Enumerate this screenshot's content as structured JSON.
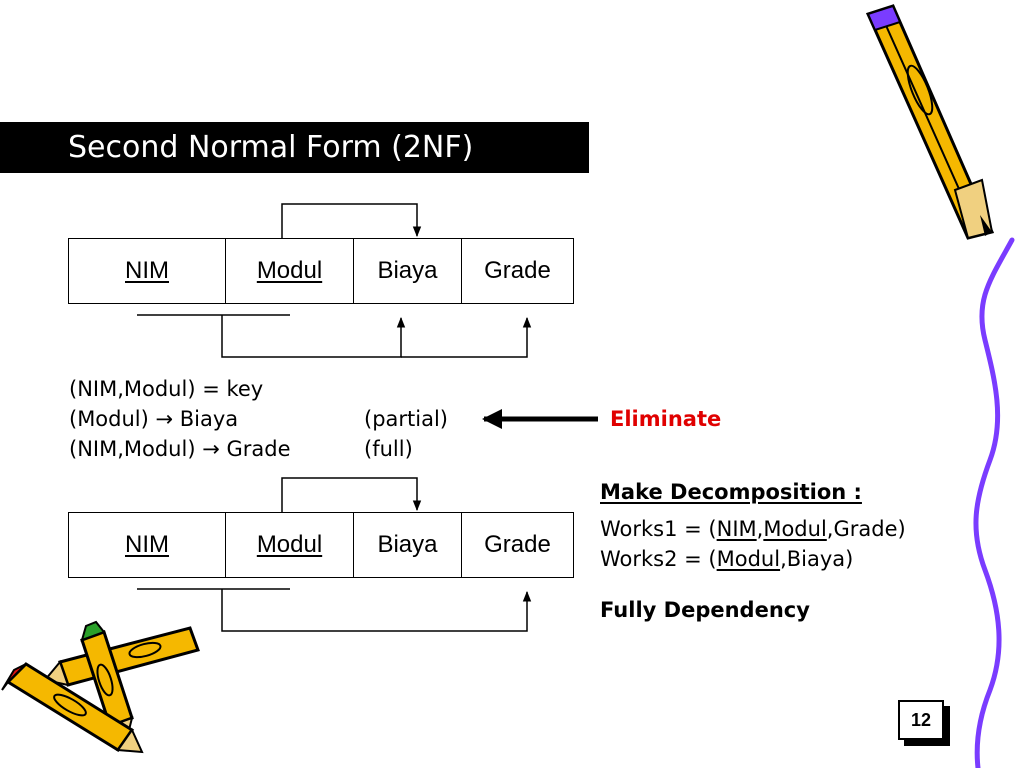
{
  "slide": {
    "title": "Second Normal Form (2NF)",
    "page_number": "12"
  },
  "diagram1": {
    "cells": [
      "NIM",
      "Modul",
      "Biaya",
      "Grade"
    ]
  },
  "diagram2": {
    "cells": [
      "NIM",
      "Modul",
      "Biaya",
      "Grade"
    ]
  },
  "dependencies": {
    "line1": "(NIM,Modul) = key",
    "line2_left": "(Modul) → Biaya",
    "line2_right": "(partial)",
    "line3_left": "(NIM,Modul) → Grade",
    "line3_right": "(full)"
  },
  "eliminate_label": "Eliminate",
  "decomposition": {
    "heading": "Make Decomposition :",
    "works1_prefix": "Works1 = (",
    "works1_key1": "NIM",
    "works1_sep": ",",
    "works1_key2": "Modul",
    "works1_rest": ",Grade)",
    "works2_prefix": "Works2 = (",
    "works2_key": "Modul",
    "works2_rest": ",Biaya)"
  },
  "fully_dependency": "Fully Dependency",
  "colors": {
    "title_bg": "#000000",
    "title_text": "#ffffff",
    "eliminate": "#e00000",
    "pencil_yellow": "#f5b800",
    "pencil_purple": "#7a3cff",
    "pencil_red": "#e01010",
    "pencil_green": "#2aa02a"
  },
  "icons": [
    "pencil-icon-top-right",
    "pencils-icon-bottom-left",
    "purple-squiggle-line"
  ]
}
